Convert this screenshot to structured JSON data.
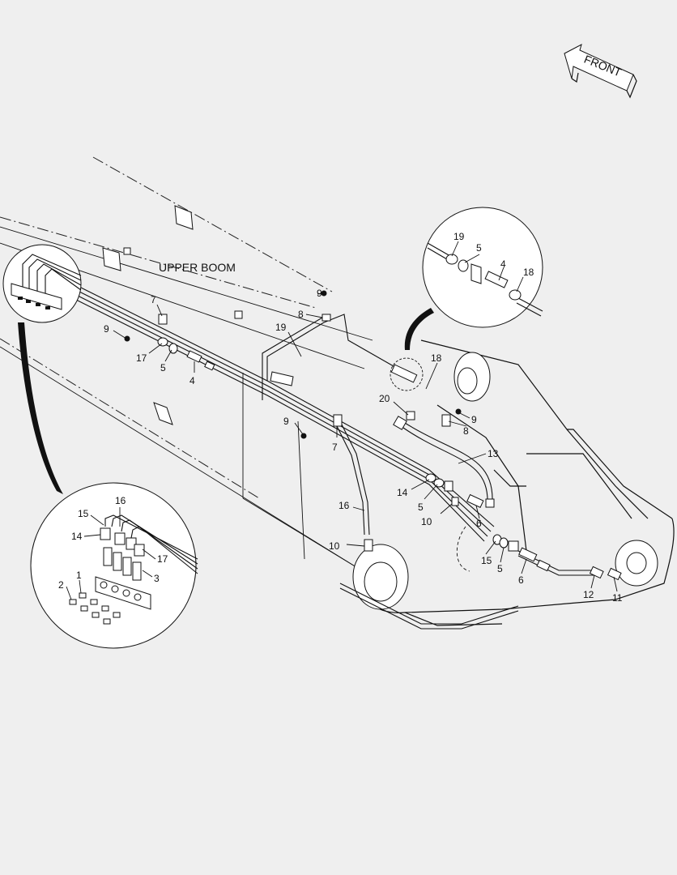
{
  "title": "UPPER BOOM",
  "direction_label": "FRONT",
  "callouts": {
    "c9a": "9",
    "c8a": "8",
    "c19a": "19",
    "c7a": "7",
    "c9b": "9",
    "c17a": "17",
    "c5a": "5",
    "c4a": "4",
    "c18a": "18",
    "c20": "20",
    "c9c": "9",
    "c8b": "8",
    "c9d": "9",
    "c7b": "7",
    "c13": "13",
    "c14a": "14",
    "c5b": "5",
    "c10a": "10",
    "c6a": "6",
    "c16a": "16",
    "c10b": "10",
    "c15a": "15",
    "c5c": "5",
    "c6b": "6",
    "c12": "12",
    "c11": "11",
    "d19": "19",
    "d5": "5",
    "d4": "4",
    "d18": "18",
    "e16": "16",
    "e15": "15",
    "e14": "14",
    "e17": "17",
    "e1": "1",
    "e2": "2",
    "e3": "3"
  }
}
